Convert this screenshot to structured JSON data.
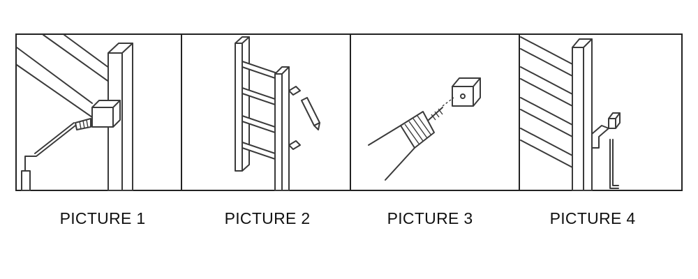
{
  "panels": [
    {
      "caption": "PICTURE 1",
      "icon": "allen-key-screw-bracket"
    },
    {
      "caption": "PICTURE 2",
      "icon": "ladder-rack-wall-marking"
    },
    {
      "caption": "PICTURE 3",
      "icon": "drill-screw-mount"
    },
    {
      "caption": "PICTURE 4",
      "icon": "hang-rack-tighten"
    }
  ]
}
